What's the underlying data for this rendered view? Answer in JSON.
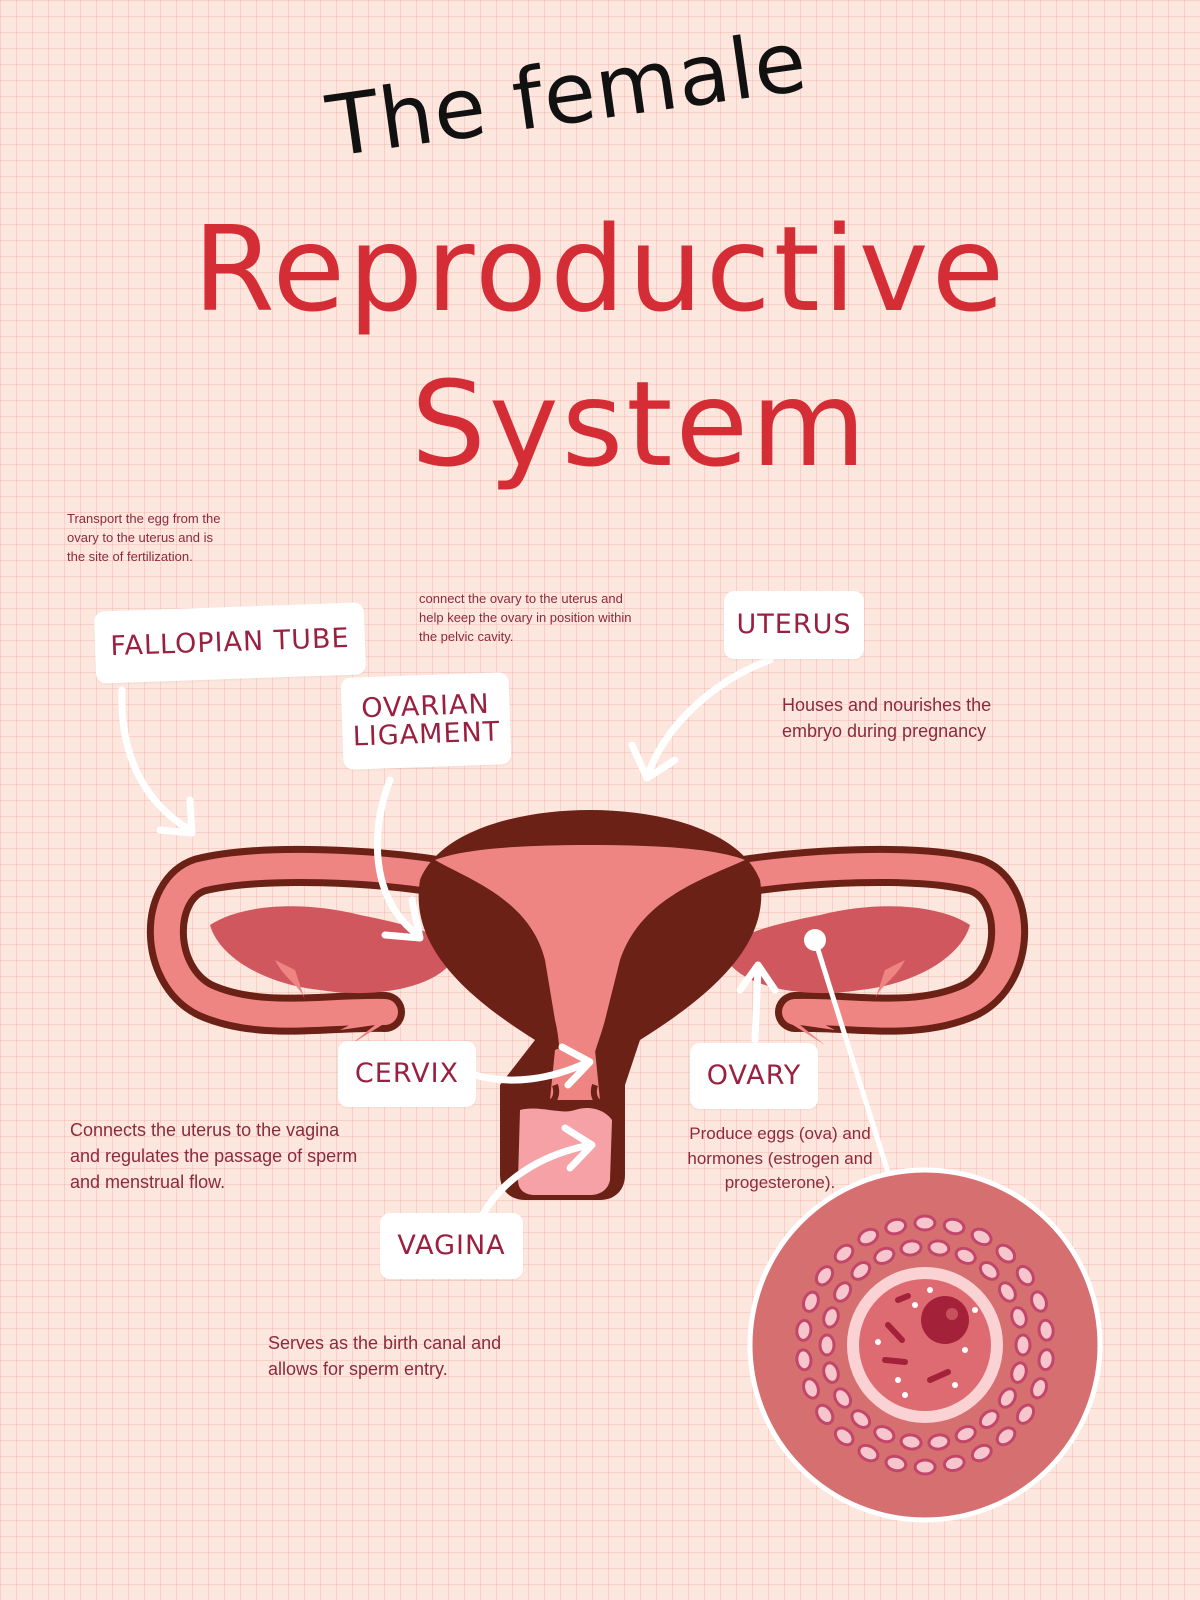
{
  "title": {
    "line1": "The female",
    "line2": "Reproductive",
    "line3": "System"
  },
  "parts": {
    "fallopian_tube": {
      "label": "FALLOPIAN TUBE",
      "description": "Transport the egg from the ovary to the uterus and is the site of fertilization."
    },
    "ovarian_ligament": {
      "label_line1": "OVARIAN",
      "label_line2": "LIGAMENT",
      "description": "connect the ovary to the uterus and help keep the ovary in position within the pelvic cavity."
    },
    "uterus": {
      "label": "UTERUS",
      "description": "Houses and nourishes the embryo during pregnancy"
    },
    "cervix": {
      "label": "CERVIX",
      "description": "Connects the uterus to the vagina and regulates the passage of sperm and menstrual flow."
    },
    "ovary": {
      "label": "OVARY",
      "description": "Produce eggs (ova) and hormones (estrogen and progesterone)."
    },
    "vagina": {
      "label": "VAGINA",
      "description": "Serves as the birth canal and allows for sperm entry."
    }
  },
  "colors": {
    "background": "#fde6de",
    "title_red": "#d42d35",
    "text_dark_red": "#8b2a3c",
    "organ_dark": "#6b2116",
    "organ_pink": "#ef8583",
    "organ_ovary": "#d0575d",
    "egg_circle": "#d66f70"
  }
}
